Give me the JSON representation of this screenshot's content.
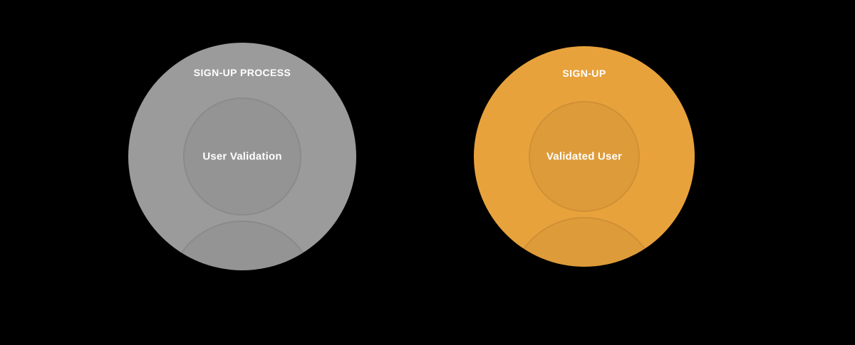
{
  "diagram": {
    "background_color": "#000000",
    "text_color": "#ffffff",
    "circles": [
      {
        "id": "sign-up-process",
        "title": "SIGN-UP PROCESS",
        "label": "User Validation",
        "fill": "#9b9b9b",
        "ring": "#8f8f8f"
      },
      {
        "id": "sign-up",
        "title": "SIGN-UP",
        "label": "Validated User",
        "fill": "#E8A23C",
        "ring": "#DB9630"
      }
    ]
  }
}
